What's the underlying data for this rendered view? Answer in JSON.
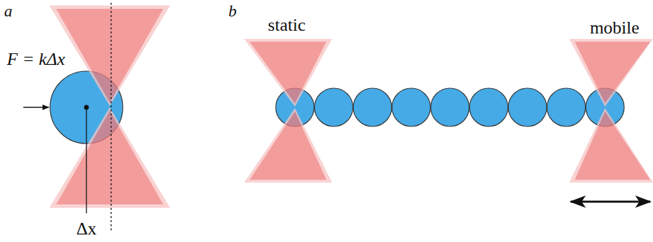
{
  "diagram": {
    "labels": [
      "a",
      "F = kΔx",
      "Δx",
      "b",
      "static",
      "mobile"
    ]
  }
}
